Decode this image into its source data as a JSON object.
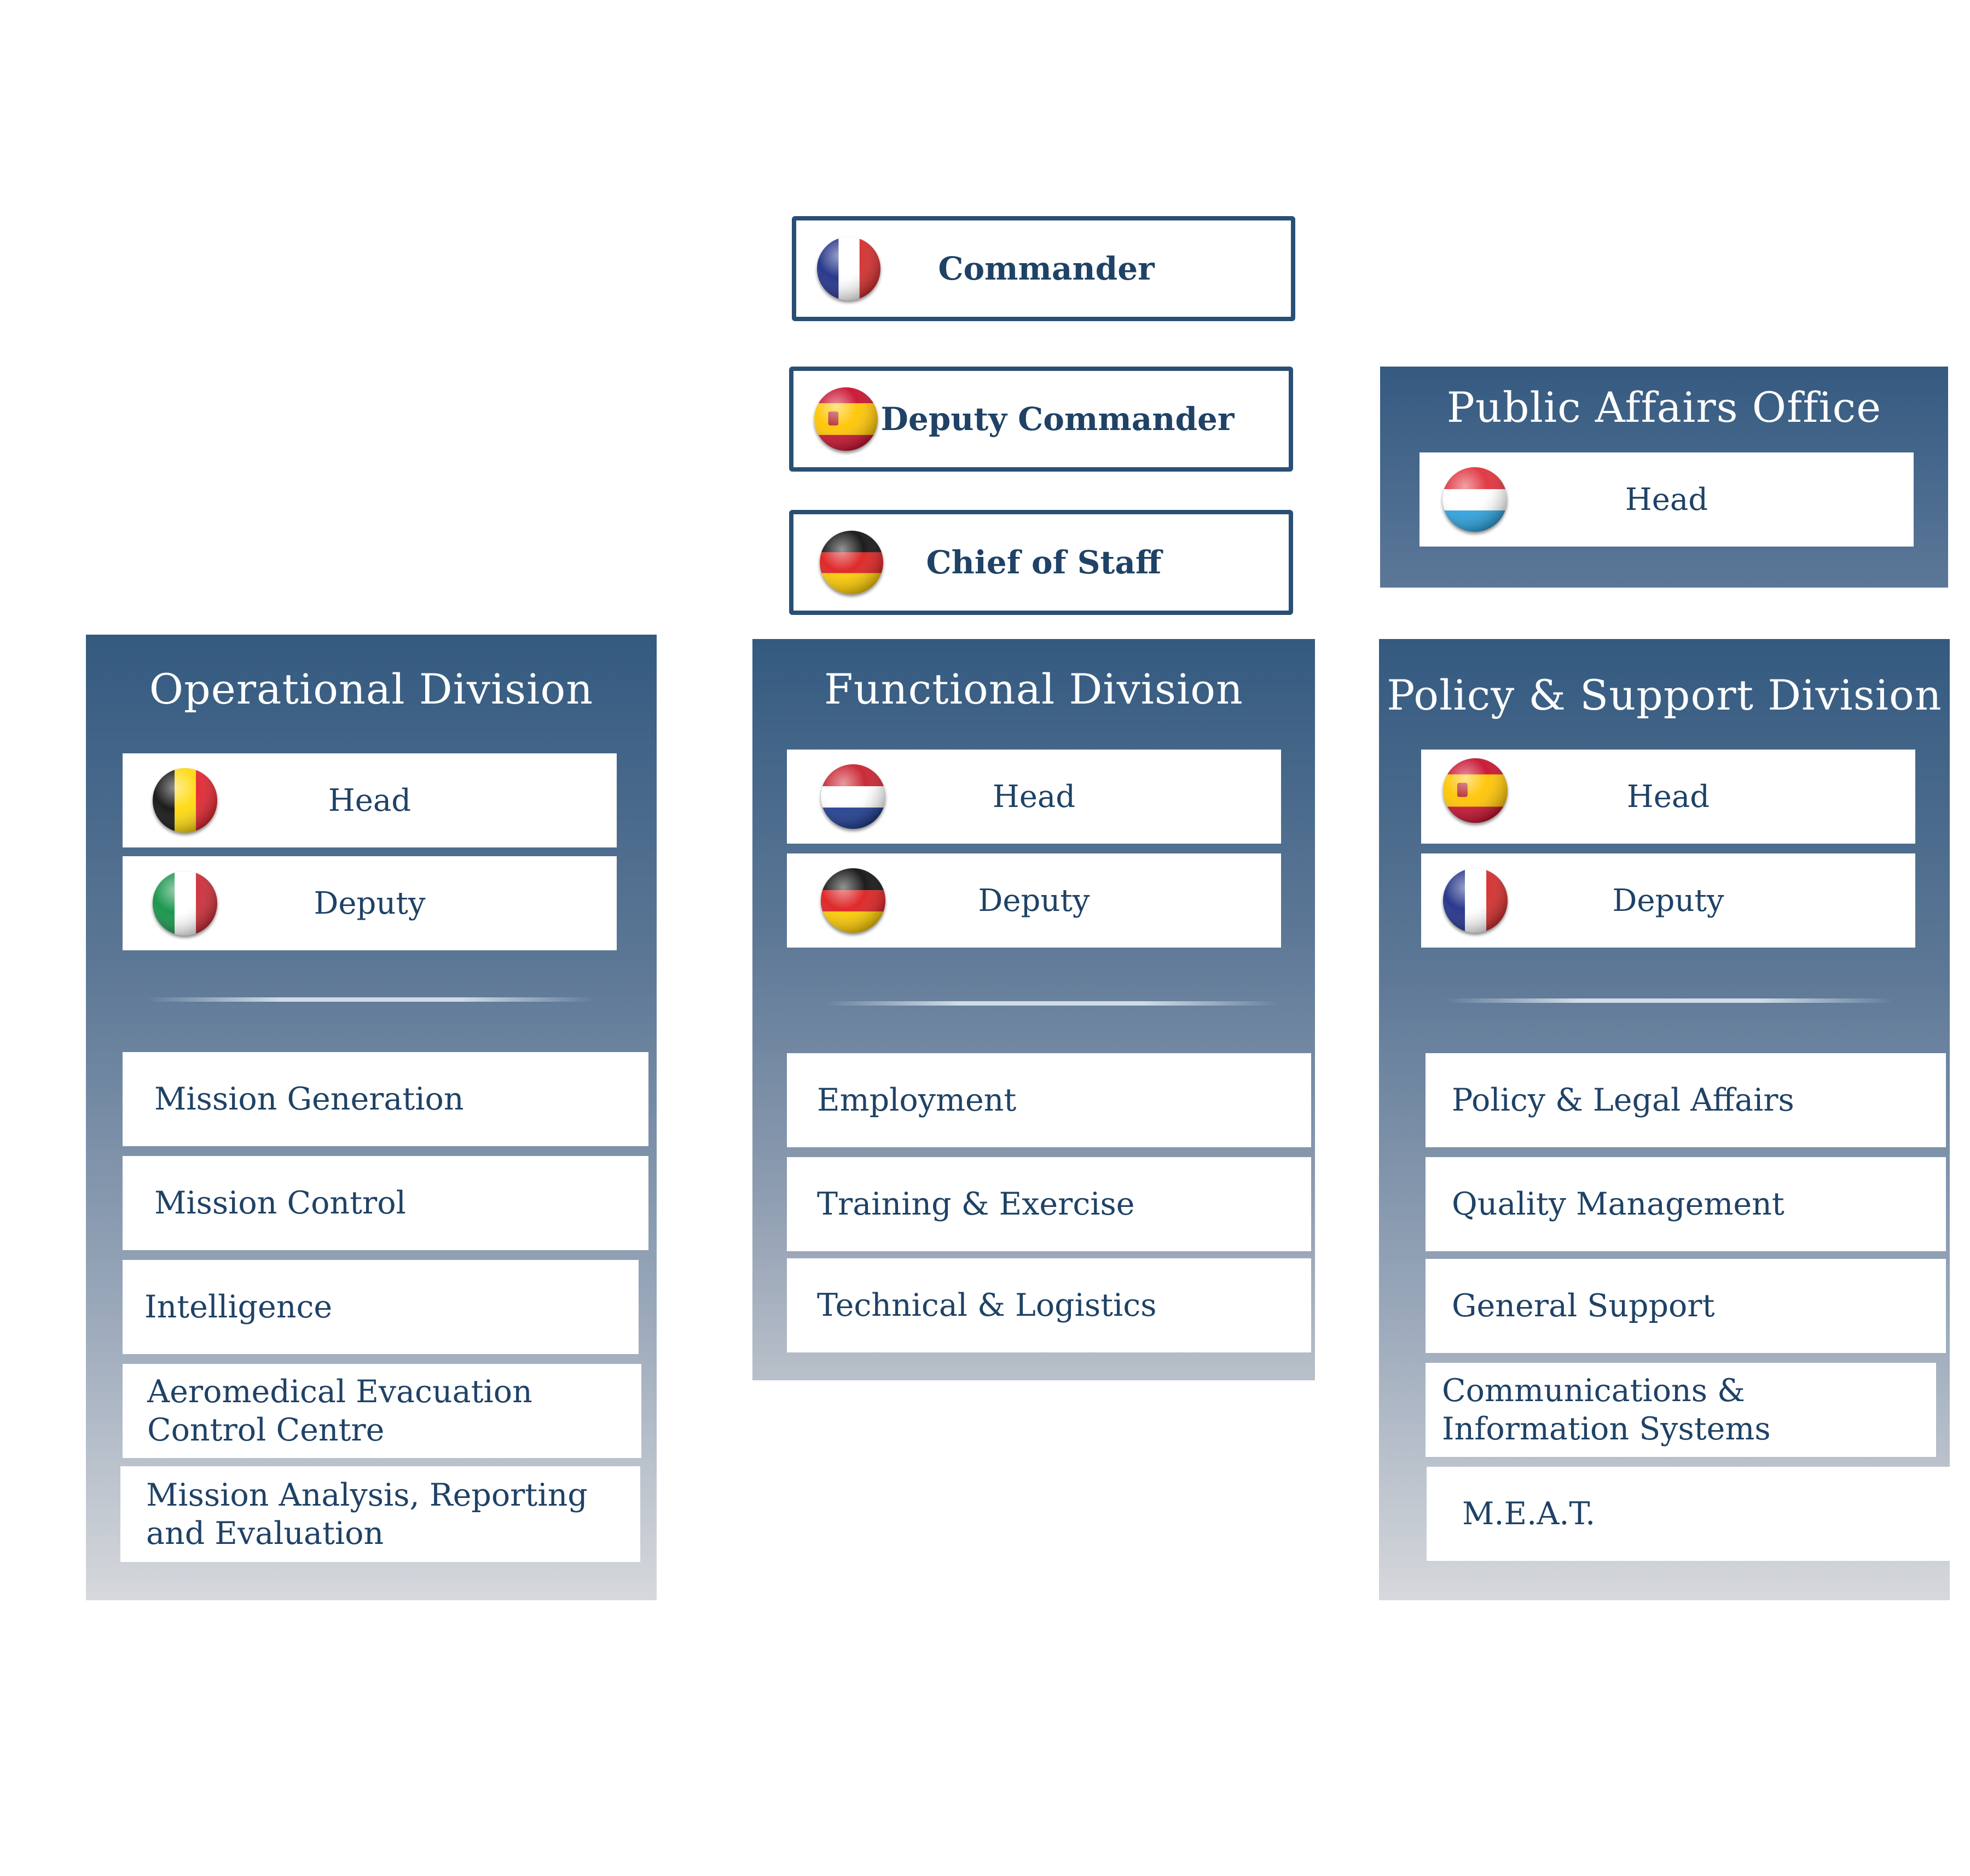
{
  "command": {
    "commander": {
      "label": "Commander",
      "flag": "France"
    },
    "deputy_commander": {
      "label": "Deputy Commander",
      "flag": "Spain"
    },
    "chief_of_staff": {
      "label": "Chief of Staff",
      "flag": "Germany"
    }
  },
  "public_affairs": {
    "title": "Public Affairs Office",
    "head": {
      "label": "Head",
      "flag": "Luxembourg"
    }
  },
  "operational": {
    "title": "Operational Division",
    "head": {
      "label": "Head",
      "flag": "Belgium"
    },
    "deputy": {
      "label": "Deputy",
      "flag": "Italy"
    },
    "units": [
      {
        "lines": [
          "Mission Generation"
        ]
      },
      {
        "lines": [
          "Mission Control"
        ]
      },
      {
        "lines": [
          "Intelligence"
        ]
      },
      {
        "lines": [
          "Aeromedical Evacuation",
          "Control Centre"
        ]
      },
      {
        "lines": [
          "Mission Analysis, Reporting",
          "and Evaluation"
        ]
      }
    ]
  },
  "functional": {
    "title": "Functional Division",
    "head": {
      "label": "Head",
      "flag": "Netherlands"
    },
    "deputy": {
      "label": "Deputy",
      "flag": "Germany"
    },
    "units": [
      {
        "lines": [
          "Employment"
        ]
      },
      {
        "lines": [
          "Training & Exercise"
        ]
      },
      {
        "lines": [
          "Technical & Logistics"
        ]
      }
    ]
  },
  "policy": {
    "title": "Policy & Support Division",
    "head": {
      "label": "Head",
      "flag": "Spain"
    },
    "deputy": {
      "label": "Deputy",
      "flag": "France"
    },
    "units": [
      {
        "lines": [
          "Policy & Legal Affairs"
        ]
      },
      {
        "lines": [
          "Quality Management"
        ]
      },
      {
        "lines": [
          "General Support"
        ]
      },
      {
        "lines": [
          "Communications &",
          "Information Systems"
        ]
      },
      {
        "lines": [
          "M.E.A.T."
        ]
      }
    ]
  },
  "colors": {
    "box_border": "#2a4f74",
    "text": "#1f4266",
    "panel_top": "#345a80",
    "panel_bottom": "#d6d8dc"
  }
}
